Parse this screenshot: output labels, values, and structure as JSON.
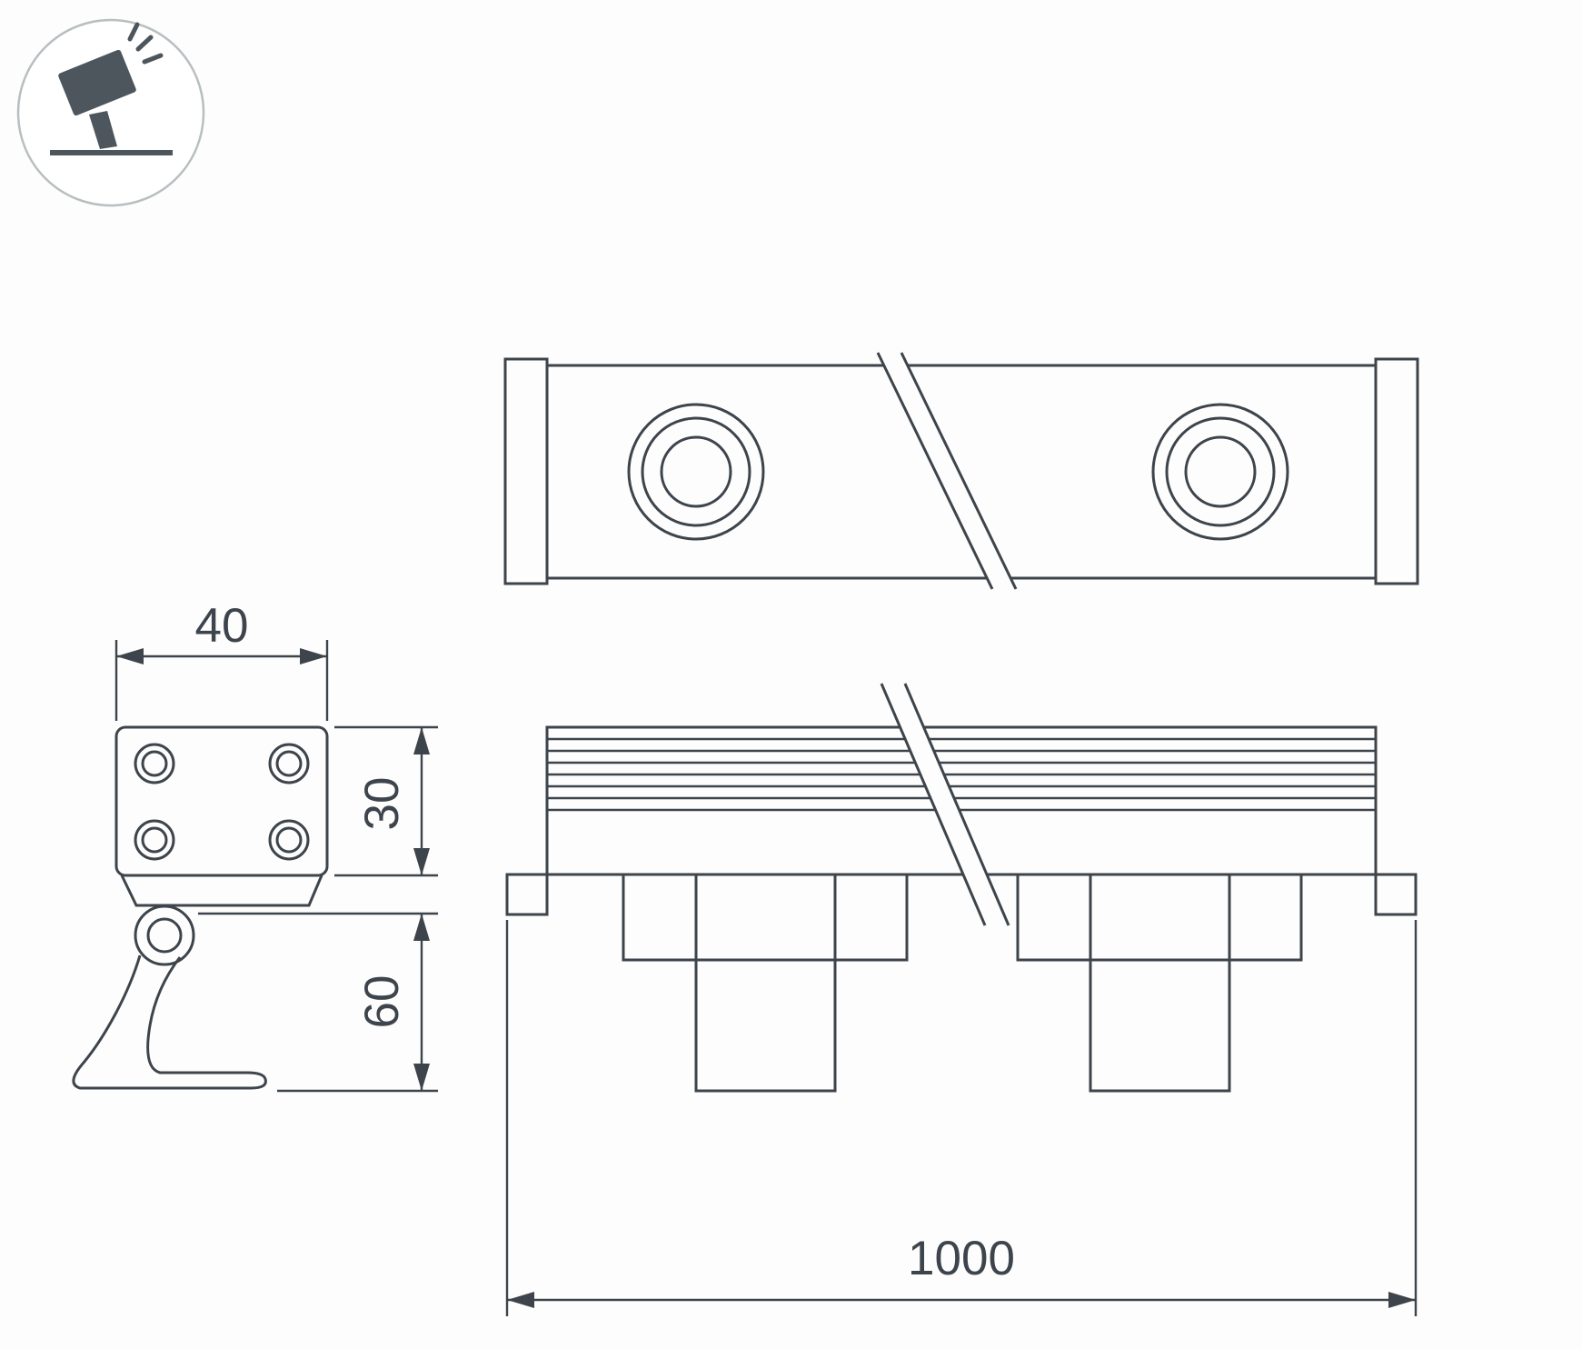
{
  "colors": {
    "line": "#3d444b",
    "background": "#fdfdfd",
    "icon-fill": "#4d565c",
    "badge-stroke": "#b9bec1"
  },
  "icons": {
    "product_badge": "floodlight-icon"
  },
  "dimensions": {
    "width": "40",
    "body_height": "30",
    "bracket_height": "60",
    "length": "1000"
  }
}
